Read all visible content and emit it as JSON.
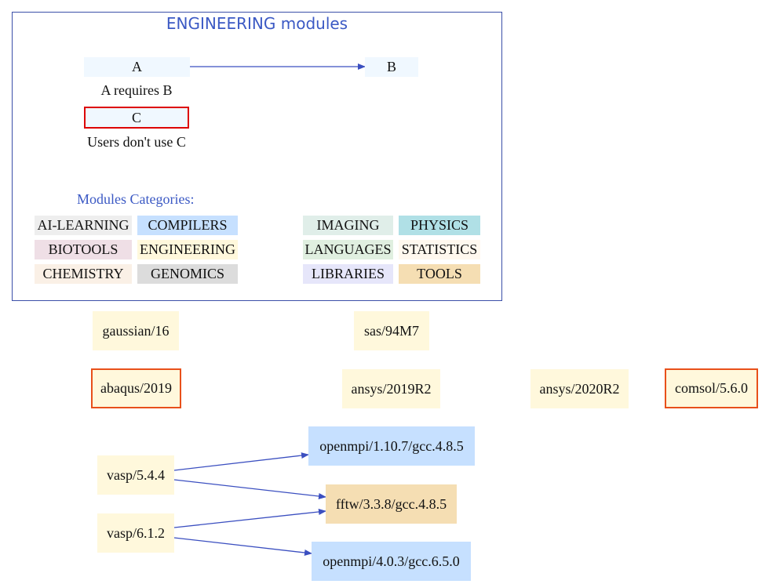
{
  "legend": {
    "title": "ENGINEERING modules",
    "example_a": "A",
    "example_b": "B",
    "example_c": "C",
    "caption_requires": "A requires B",
    "caption_unused": "Users don't use C",
    "categories_title": "Modules Categories:",
    "categories": [
      {
        "label": "AI-LEARNING",
        "color": "#eeeeee"
      },
      {
        "label": "COMPILERS",
        "color": "#c6e0ff"
      },
      {
        "label": "BIOTOOLS",
        "color": "#efdfe6"
      },
      {
        "label": "ENGINEERING",
        "color": "#fff8dc"
      },
      {
        "label": "CHEMISTRY",
        "color": "#faf0e6"
      },
      {
        "label": "GENOMICS",
        "color": "#dcdcdc"
      },
      {
        "label": "IMAGING",
        "color": "#e0eee9"
      },
      {
        "label": "PHYSICS",
        "color": "#b0e0e6"
      },
      {
        "label": "LANGUAGES",
        "color": "#e0efe0"
      },
      {
        "label": "STATISTICS",
        "color": "#fff8ee"
      },
      {
        "label": "LIBRARIES",
        "color": "#e6e6fa"
      },
      {
        "label": "TOOLS",
        "color": "#f5deb3"
      }
    ]
  },
  "modules": {
    "gaussian": "gaussian/16",
    "sas": "sas/94M7",
    "abaqus": "abaqus/2019",
    "ansys2019": "ansys/2019R2",
    "ansys2020": "ansys/2020R2",
    "comsol": "comsol/5.6.0",
    "openmpi1": "openmpi/1.10.7/gcc.4.8.5",
    "vasp544": "vasp/5.4.4",
    "fftw": "fftw/3.3.8/gcc.4.8.5",
    "vasp612": "vasp/6.1.2",
    "openmpi4": "openmpi/4.0.3/gcc.6.5.0"
  },
  "colors": {
    "engineering": "#fff8dc",
    "compilers": "#c6e0ff",
    "tools": "#f5deb3",
    "example_fill": "#f0f8ff",
    "unused_border_example": "#dd0000",
    "unused_border": "#e8501a",
    "edge": "#3b4fc0",
    "frame": "#3b4fa8"
  }
}
